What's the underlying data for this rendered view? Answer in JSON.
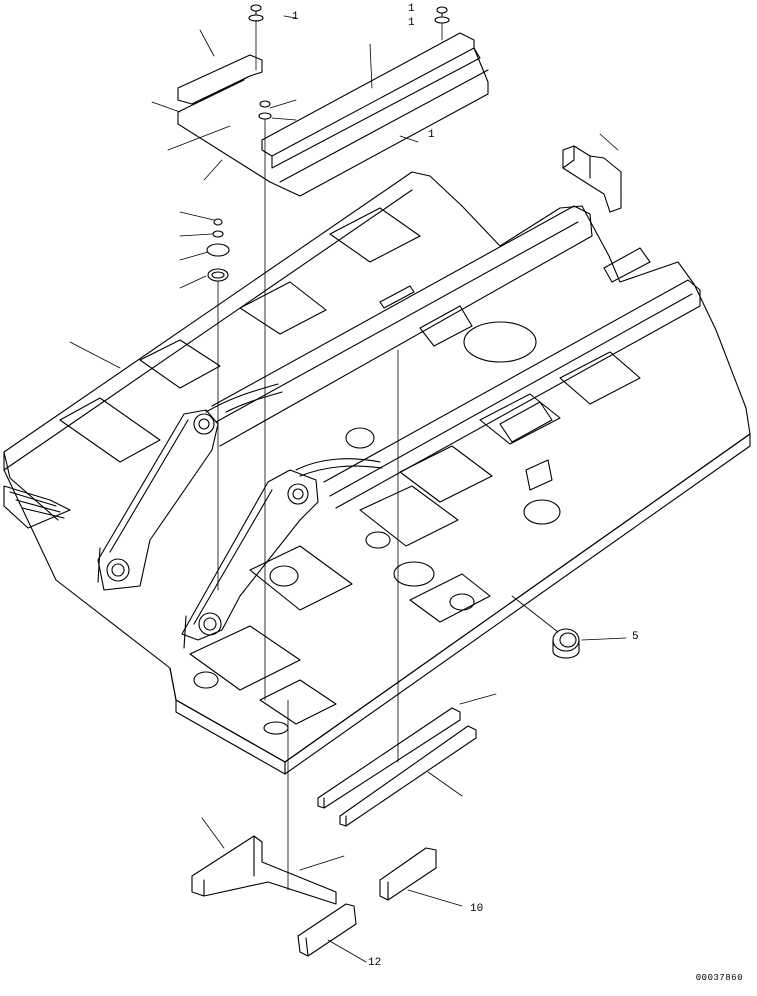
{
  "drawing": {
    "drawing_number": "00037860",
    "callouts": [
      {
        "id": "c1",
        "text": "1"
      },
      {
        "id": "c2",
        "text": "1"
      },
      {
        "id": "c3",
        "text": "1"
      },
      {
        "id": "c4",
        "text": "1"
      },
      {
        "id": "c5",
        "text": "5"
      },
      {
        "id": "c6",
        "text": "10"
      },
      {
        "id": "c7",
        "text": "12"
      }
    ]
  }
}
